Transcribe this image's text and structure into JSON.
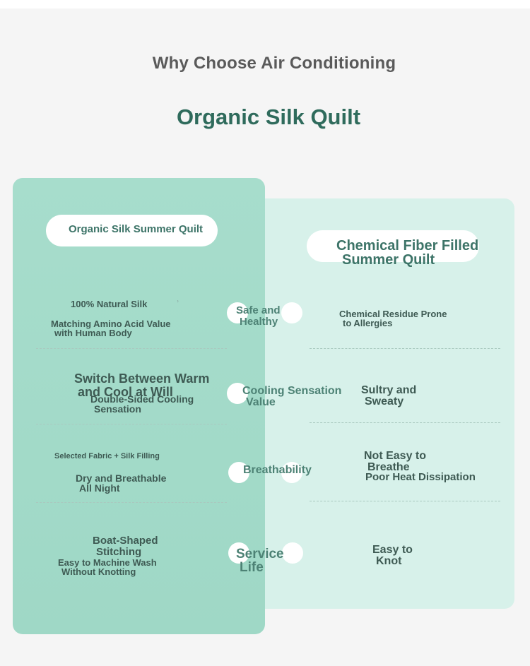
{
  "header": {
    "line1": "Why Choose Air Conditioning",
    "line2": "Organic Silk Quilt"
  },
  "columns": {
    "left_title": "Organic Silk Summer Quilt",
    "right_title_line1": "Chemical Fiber Filled",
    "right_title_line2": "Summer Quilt"
  },
  "rows": [
    {
      "center_line1": "Safe and",
      "center_line2": "Healthy",
      "left_a": "100% Natural Silk",
      "left_b1": "Matching Amino Acid Value",
      "left_b2": "with Human Body",
      "right_1": "Chemical Residue Prone",
      "right_2": "to Allergies"
    },
    {
      "center_line1": "Cooling Sensation",
      "center_line2": "Value",
      "left_a1": "Switch Between Warm",
      "left_a2": "and Cool at Will",
      "left_b1": "Double-Sided Cooling",
      "left_b2": "Sensation",
      "right_1": "Sultry and",
      "right_2": "Sweaty"
    },
    {
      "center_line1": "Breathability",
      "left_a": "Selected Fabric + Silk Filling",
      "left_b1": "Dry and Breathable",
      "left_b2": "All Night",
      "right_1": "Not Easy to",
      "right_2": "Breathe",
      "right_3": "Poor Heat Dissipation"
    },
    {
      "center_line1": "Service",
      "center_line2": "Life",
      "left_a1": "Boat-Shaped",
      "left_a2": "Stitching",
      "left_b1": "Easy to Machine Wash",
      "left_b2": "Without Knotting",
      "right_1": "Easy to",
      "right_2": "Knot"
    }
  ],
  "colors": {
    "left_panel": "#a7ddcc",
    "right_panel": "#d7f1ea",
    "title_green": "#2f6b5c",
    "title_gray": "#5a5a5a",
    "text": "#3e5a53"
  }
}
